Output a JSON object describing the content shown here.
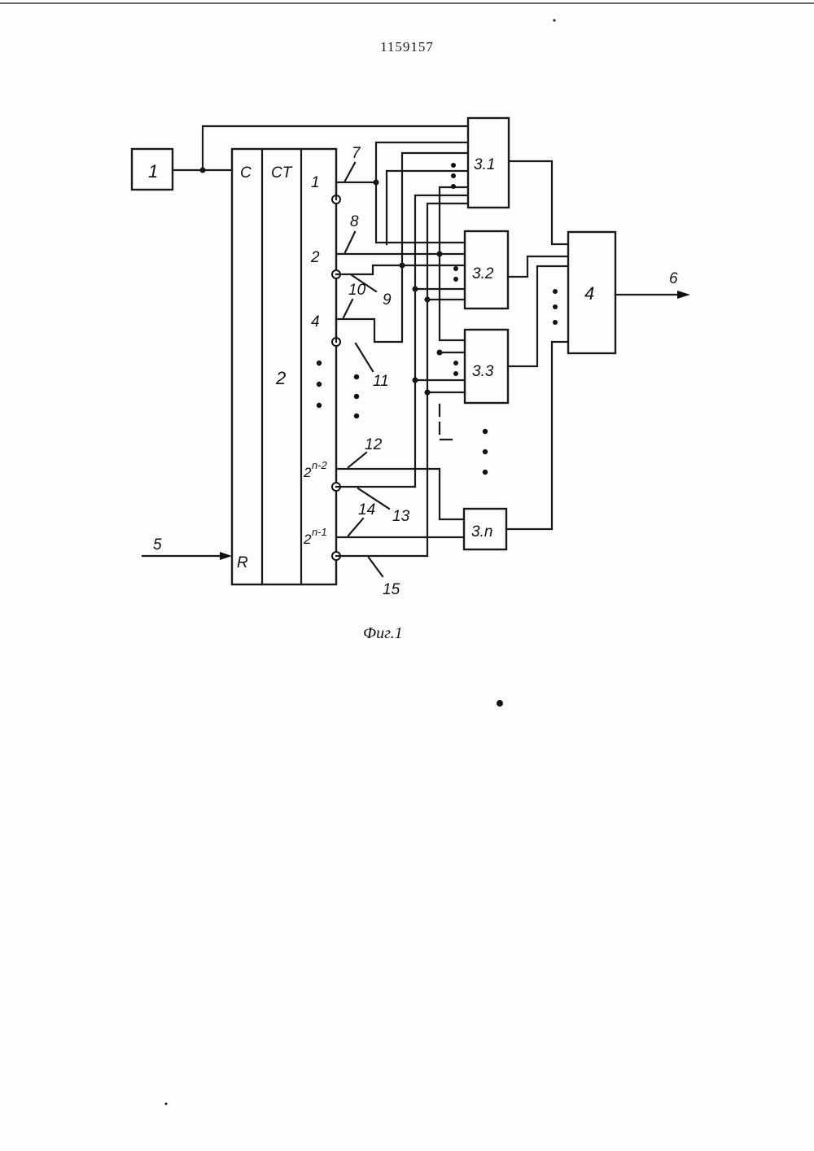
{
  "document": {
    "patent_number": "1159157",
    "figure_caption": "Фиг.1"
  },
  "diagram": {
    "blocks": {
      "b1": "1",
      "counter_name": "2",
      "counter_type": "CT",
      "input_c": "C",
      "input_r": "R",
      "b3_1": "3.1",
      "b3_2": "3.2",
      "b3_3": "3.3",
      "b3_n": "3.n",
      "b4": "4"
    },
    "outputs": {
      "o1": "1",
      "o2": "2",
      "o4": "4",
      "o_n2_base": "2",
      "o_n2_exp": "n-2",
      "o_n1_base": "2",
      "o_n1_exp": "n-1"
    },
    "leaders": {
      "l5": "5",
      "l6": "6",
      "l7": "7",
      "l8": "8",
      "l9": "9",
      "l10": "10",
      "l11": "11",
      "l12": "12",
      "l13": "13",
      "l14": "14",
      "l15": "15"
    }
  }
}
